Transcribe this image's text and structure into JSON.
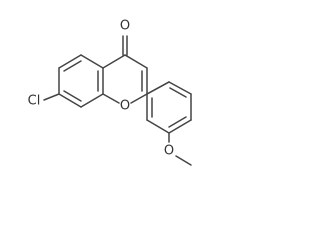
{
  "molecule": {
    "atoms": {
      "carbonyl_oxygen": "O",
      "chlorine": "Cl",
      "ring_oxygen": "O",
      "methoxy_oxygen": "O"
    },
    "colors": {
      "bond": "#444444",
      "label": "#333333",
      "background": "#ffffff"
    }
  }
}
